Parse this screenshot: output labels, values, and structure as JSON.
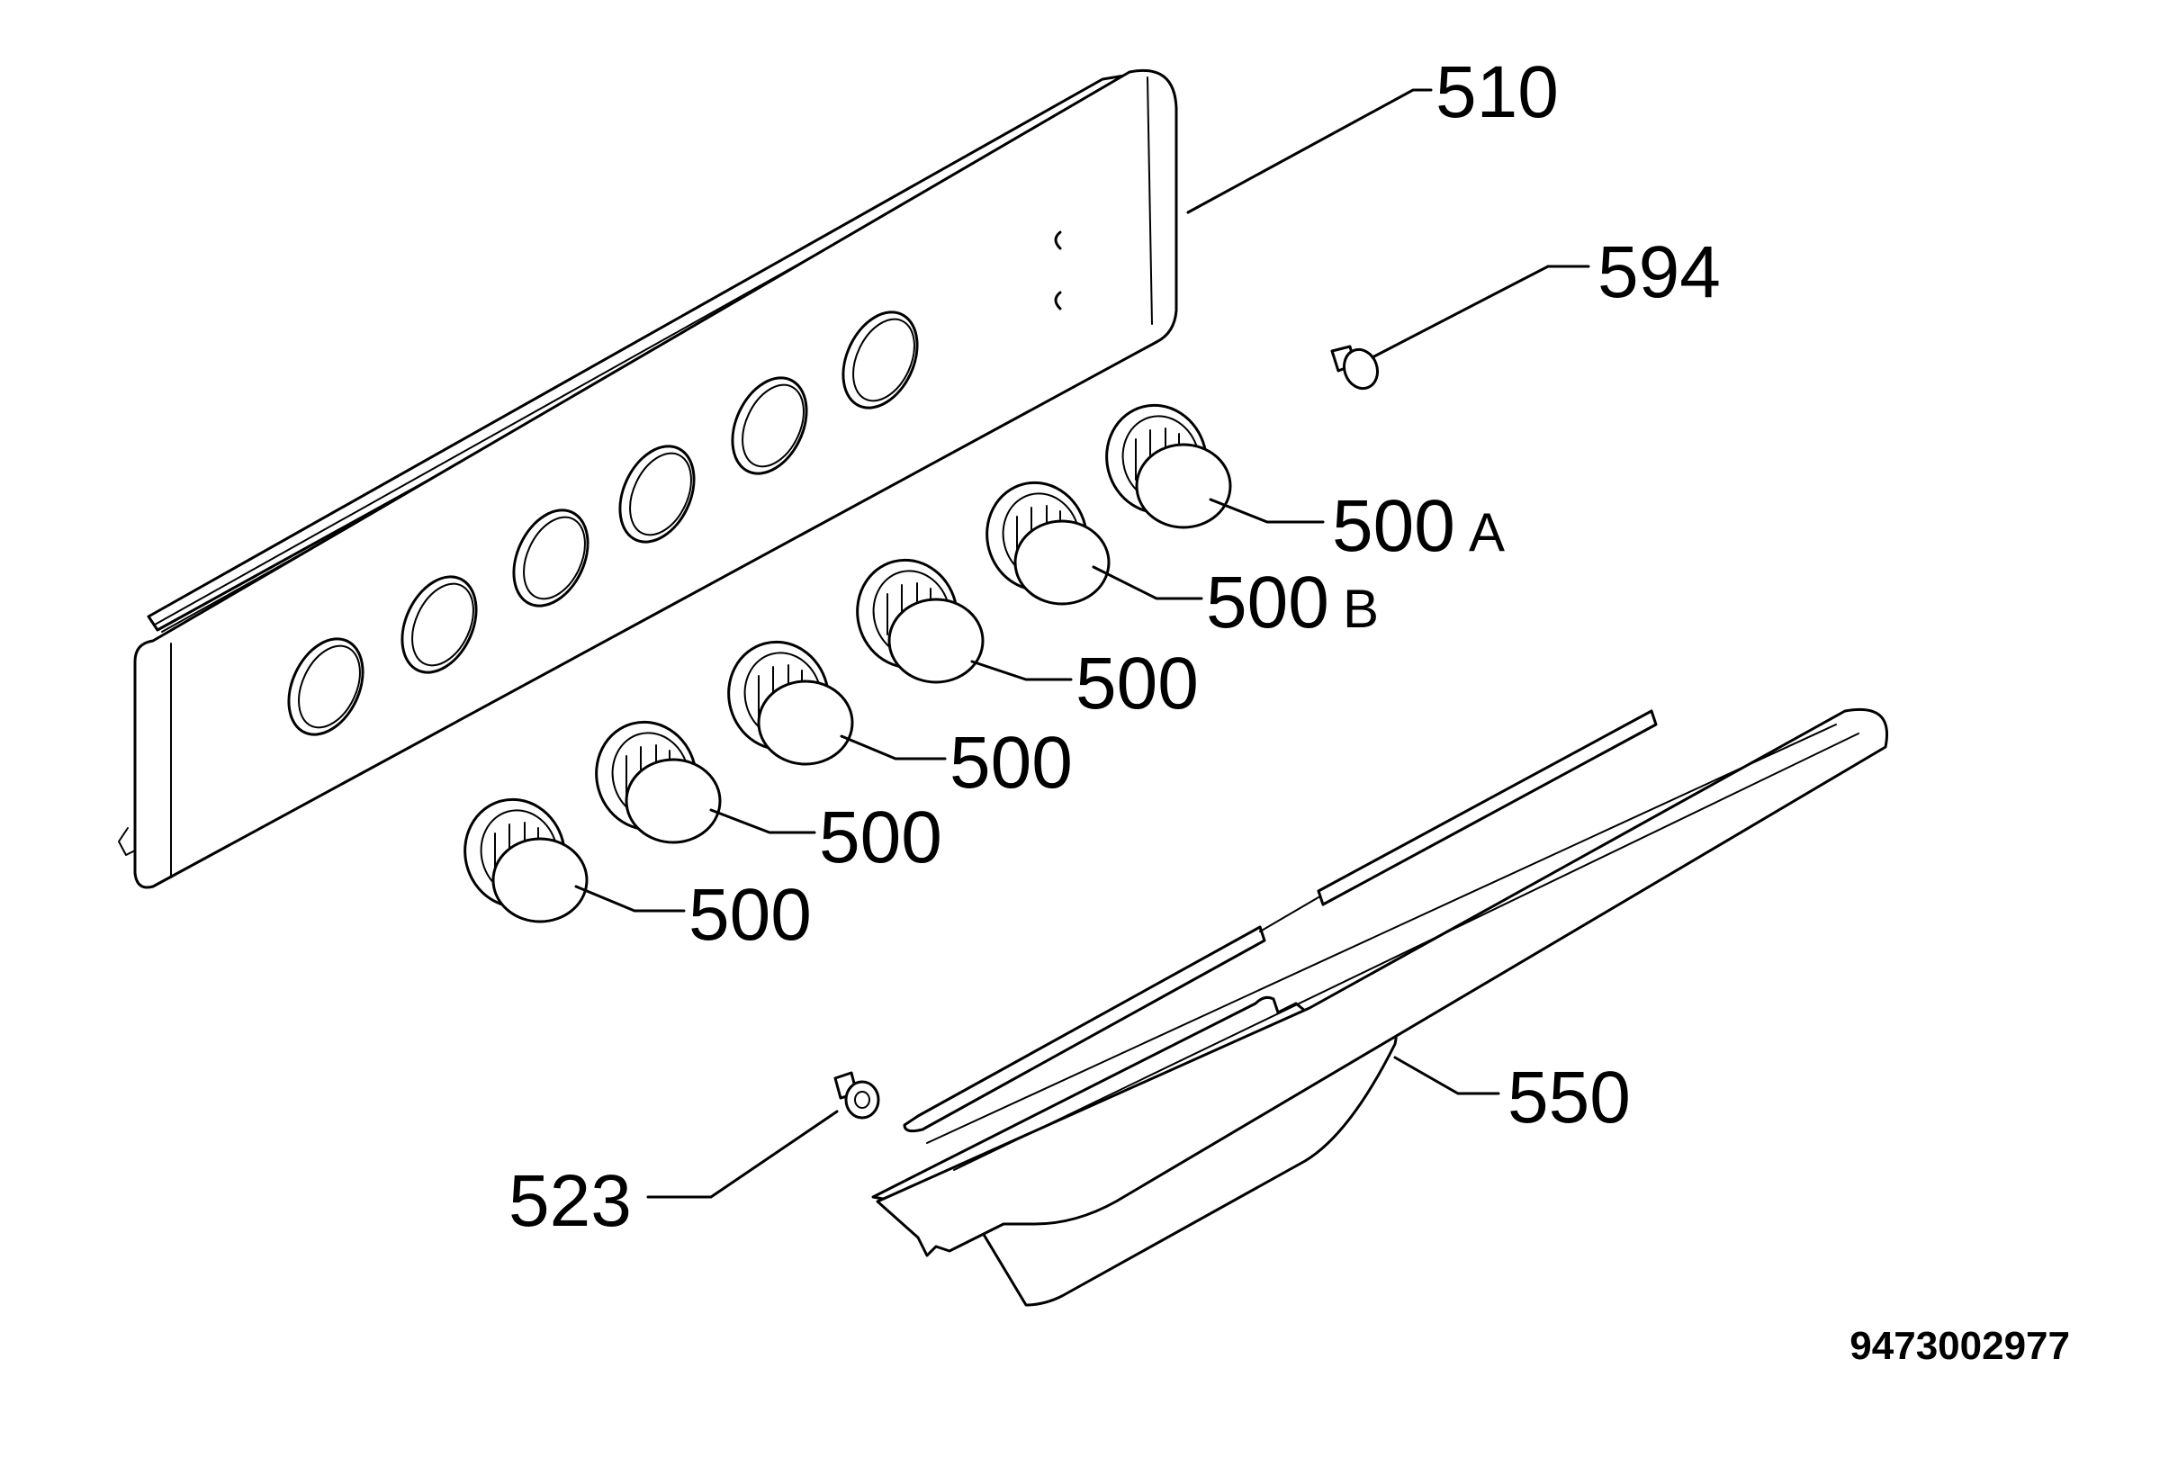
{
  "document_number": "9473002977",
  "callouts": {
    "control_panel": "510",
    "screw_594": "594",
    "knob_500a": "500",
    "knob_500a_suffix": "A",
    "knob_500b": "500",
    "knob_500b_suffix": "B",
    "knob_500_1": "500",
    "knob_500_2": "500",
    "knob_500_3": "500",
    "knob_500_4": "500",
    "lower_panel": "550",
    "screw_523": "523"
  }
}
